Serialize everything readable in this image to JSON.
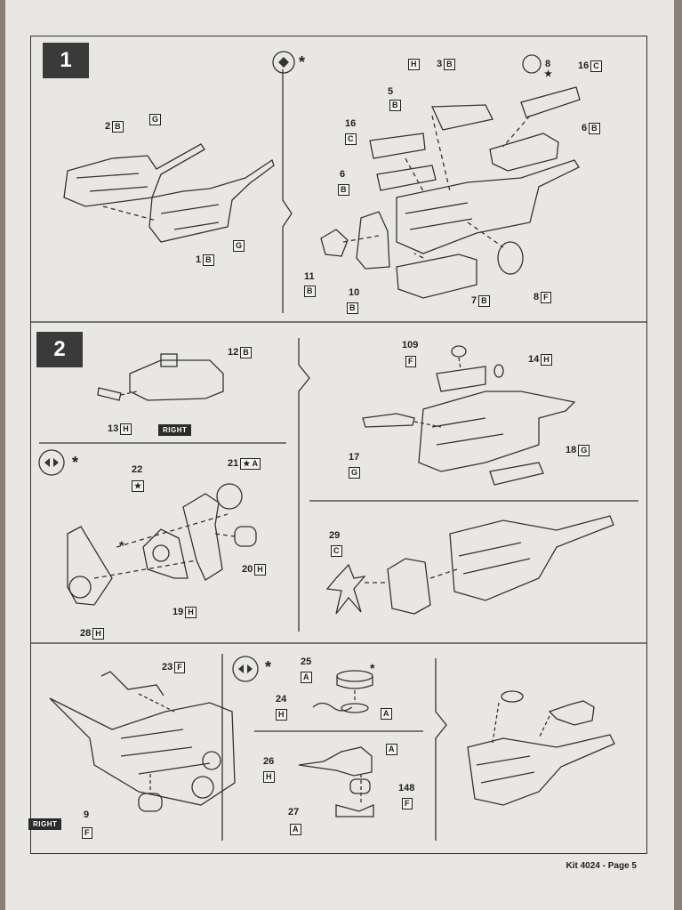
{
  "page": {
    "footer": "Kit 4024 - Page 5"
  },
  "steps": [
    {
      "number": "1"
    },
    {
      "number": "2"
    }
  ],
  "symbols": {
    "star": "★",
    "asterisk": "*"
  },
  "badges": {
    "right_1": "RIGHT",
    "right_2": "RIGHT"
  },
  "step1_parts": [
    {
      "num": "2",
      "code": "B"
    },
    {
      "num": "",
      "code": "G"
    },
    {
      "num": "1",
      "code": "B"
    },
    {
      "num": "",
      "code": "G"
    },
    {
      "num": "",
      "code": "H"
    },
    {
      "num": "5",
      "code": "B"
    },
    {
      "num": "3",
      "code": "B"
    },
    {
      "num": "8",
      "code": "★"
    },
    {
      "num": "16",
      "code": "C"
    },
    {
      "num": "16",
      "code": "C"
    },
    {
      "num": "6",
      "code": "B"
    },
    {
      "num": "6",
      "code": "B"
    },
    {
      "num": "11",
      "code": "B"
    },
    {
      "num": "10",
      "code": "B"
    },
    {
      "num": "7",
      "code": "B"
    },
    {
      "num": "8",
      "code": "F"
    }
  ],
  "step2_parts": [
    {
      "num": "12",
      "code": "B"
    },
    {
      "num": "13",
      "code": "H"
    },
    {
      "num": "109",
      "code": "F"
    },
    {
      "num": "14",
      "code": "H"
    },
    {
      "num": "17",
      "code": "G"
    },
    {
      "num": "18",
      "code": "G"
    },
    {
      "num": "22",
      "code": "★"
    },
    {
      "num": "21",
      "code": "★ A"
    },
    {
      "num": "20",
      "code": "H"
    },
    {
      "num": "19",
      "code": "H"
    },
    {
      "num": "28",
      "code": "H"
    },
    {
      "num": "29",
      "code": "C"
    },
    {
      "num": "23",
      "code": "F"
    },
    {
      "num": "9",
      "code": "F"
    },
    {
      "num": "25",
      "code": "A"
    },
    {
      "num": "24",
      "code": "H"
    },
    {
      "num": "",
      "code": "A"
    },
    {
      "num": "26",
      "code": "H"
    },
    {
      "num": "",
      "code": "A"
    },
    {
      "num": "148",
      "code": "F"
    },
    {
      "num": "27",
      "code": "A"
    }
  ]
}
